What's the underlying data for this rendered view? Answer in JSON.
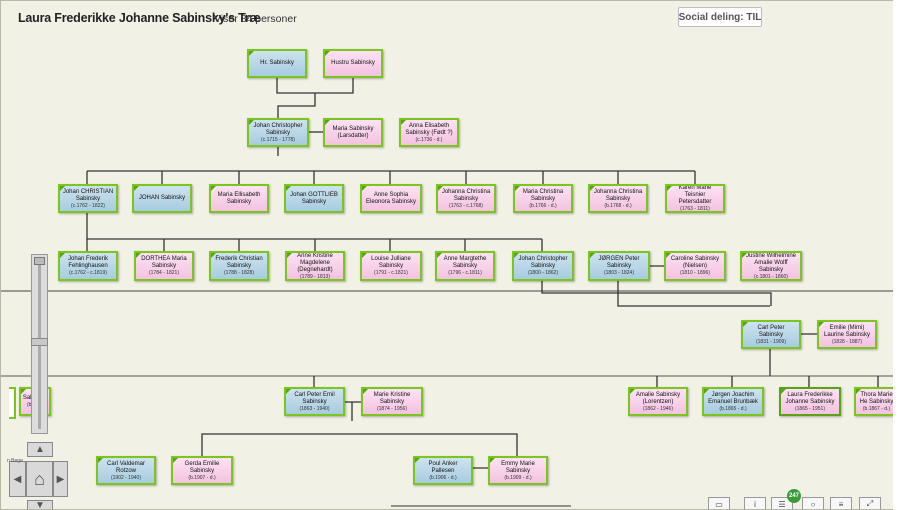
{
  "header": {
    "title": "Laura Frederikke Johanne Sabinsky's Træ",
    "person_count": "Viser 84 personer",
    "share_label": "Social deling: TIL"
  },
  "colors": {
    "male": "#b6d5e6",
    "female": "#f8d0e9",
    "border": "#7ac51e",
    "badge": "#3a9b3a"
  },
  "people": [
    {
      "name": "Hr. Sabinsky",
      "dates": "",
      "gender": "m"
    },
    {
      "name": "Hustru Sabinsky",
      "dates": "",
      "gender": "f"
    },
    {
      "name": "Johan Christopher Sabinsky",
      "dates": "(c.1715 - 1778)",
      "gender": "m"
    },
    {
      "name": "Maria Sabinsky (Larsdatter)",
      "dates": "",
      "gender": "f"
    },
    {
      "name": "Anna Elisabeth Sabinsky (Født ?)",
      "dates": "(c.1736 - d.)",
      "gender": "f"
    },
    {
      "name": "Johan CHRISTIAN Sabinsky",
      "dates": "(c.1762 - 1822)",
      "gender": "m"
    },
    {
      "name": "JOHAN Sabinsky",
      "dates": "",
      "gender": "m"
    },
    {
      "name": "Maria Ellisabeth Sabinsky",
      "dates": "",
      "gender": "f"
    },
    {
      "name": "Johan GOTTLIEB Sabinsky",
      "dates": "",
      "gender": "m"
    },
    {
      "name": "Anne Sophia Eleonora Sabinsky",
      "dates": "",
      "gender": "f"
    },
    {
      "name": "Johanna Christina Sabinsky",
      "dates": "(1763 - c.1768)",
      "gender": "f"
    },
    {
      "name": "Maria Christina Sabinsky",
      "dates": "(b.1766 - d.)",
      "gender": "f"
    },
    {
      "name": "Johanna Christina Sabinsky",
      "dates": "(b.1768 - d.)",
      "gender": "f"
    },
    {
      "name": "Karen Marie Teisnier Petersdatter",
      "dates": "(1763 - 1811)",
      "gender": "f"
    },
    {
      "name": "Johan Frederik Fehlinghausen",
      "dates": "(c.1762 - c.1819)",
      "gender": "m"
    },
    {
      "name": "DORTHEA Maria Sabinsky",
      "dates": "(1784 - 1821)",
      "gender": "f"
    },
    {
      "name": "Frederik Christian Sabinsky",
      "dates": "(1788 - 1828)",
      "gender": "m"
    },
    {
      "name": "Anne Kristine Magdelene (Degnehardt)",
      "dates": "(1789 - 1813)",
      "gender": "f"
    },
    {
      "name": "Louise Julliane Sabinsky",
      "dates": "(1791 - c.1821)",
      "gender": "f"
    },
    {
      "name": "Anne Margtethe Sabinsky",
      "dates": "(1796 - c.1811)",
      "gender": "f"
    },
    {
      "name": "Johan Christopher Sabinsky",
      "dates": "(1800 - 1862)",
      "gender": "m"
    },
    {
      "name": "JØRGEN Peter Sabinsky",
      "dates": "(1803 - 1824)",
      "gender": "m"
    },
    {
      "name": "Caroline Sabinsky (Nielsen)",
      "dates": "(1810 - 1896)",
      "gender": "f"
    },
    {
      "name": "Justine Wilhelmine Amalie Wolff Sabinsky",
      "dates": "(c.1801 - 1860)",
      "gender": "f"
    },
    {
      "name": "Carl Peter Sabinsky",
      "dates": "(1831 - 1909)",
      "gender": "m"
    },
    {
      "name": "Emilie (Mimi) Laurine Sabinsky",
      "dates": "(1828 - 1887)",
      "gender": "f"
    },
    {
      "name": "Carl Peter Emil Sabinsky",
      "dates": "(1863 - 1940)",
      "gender": "m"
    },
    {
      "name": "Marie Kristine Sabinsky",
      "dates": "(1874 - 1956)",
      "gender": "f"
    },
    {
      "name": "Amalie Sabinsky (Lorentzen)",
      "dates": "(1862 - 1946)",
      "gender": "f"
    },
    {
      "name": "Jørgen Joachim Emanuel Brunbæk",
      "dates": "(b.1865 - d.)",
      "gender": "m"
    },
    {
      "name": "Laura Frederikke Johanne Sabinsky",
      "dates": "(1865 - 1951)",
      "gender": "f"
    },
    {
      "name": "Thora Marie He Sabinsky",
      "dates": "(b.1867 - d.)",
      "gender": "f"
    },
    {
      "name": "Carl Valdemar Rotzow",
      "dates": "(1902 - 1940)",
      "gender": "m"
    },
    {
      "name": "Gerda Emilie Sabinsky",
      "dates": "(b.1907 - d.)",
      "gender": "f"
    },
    {
      "name": "Poul Anker Pallesen",
      "dates": "(b.1906 - d.)",
      "gender": "m"
    },
    {
      "name": "Emmy Marie Sabinsky",
      "dates": "(b.1909 - d.)",
      "gender": "f"
    },
    {
      "name": "Sabinsky",
      "dates": "(b. - d.)",
      "gender": "f"
    }
  ],
  "controls": {
    "up_arrow": "▲",
    "down_arrow": "▼",
    "left_arrow": "◀",
    "right_arrow": "▶",
    "home_icon": "⌂",
    "tiny_label": "n Bege"
  },
  "toolbar": {
    "print_icon": "▭",
    "info_icon": "i",
    "list_icon": "☰",
    "badge_count": "247",
    "search_icon": "○",
    "doc_icon": "≡",
    "fullscreen_icon": "⤢"
  }
}
